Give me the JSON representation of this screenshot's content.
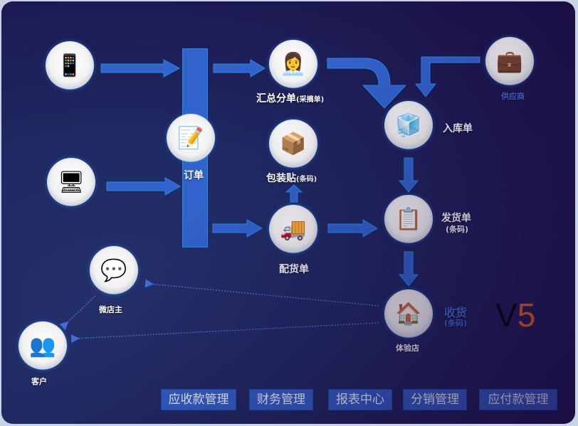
{
  "diagram": {
    "nodes": {
      "mobile": {
        "icon": "mobile-phone-icon"
      },
      "pc": {
        "icon": "computer-icon"
      },
      "order": {
        "label": "订单",
        "icon": "order-staff-icon"
      },
      "summary": {
        "label": "汇总分单",
        "sub": "(采摘单)",
        "icon": "clerk-icon"
      },
      "package": {
        "label": "包装贴",
        "sub": "(条码)",
        "icon": "barcode-box-icon"
      },
      "dispatch": {
        "label": "配货单",
        "icon": "truck-icon"
      },
      "supplier": {
        "label": "供应商",
        "icon": "supplier-icon"
      },
      "stock_in": {
        "label": "入库单",
        "icon": "warehouse-cube-icon"
      },
      "shipment": {
        "label": "发货单",
        "sub": "(条码)",
        "icon": "clipboard-icon"
      },
      "store": {
        "label": "体验店",
        "icon": "house-icon"
      },
      "receive": {
        "label": "收货",
        "sub": "(条码)"
      },
      "wechat_shop": {
        "label": "微店主",
        "icon": "chat-bubbles-icon"
      },
      "customer": {
        "label": "客户",
        "icon": "people-icon"
      }
    },
    "version": {
      "letter": "V",
      "number": "5"
    }
  },
  "buttons": [
    {
      "label": "应收款管理"
    },
    {
      "label": "财务管理"
    },
    {
      "label": "报表中心"
    },
    {
      "label": "分销管理"
    },
    {
      "label": "应付款管理"
    }
  ],
  "colors": {
    "arrow": "#3262cc",
    "arrow_border": "#1e8fe8",
    "accent_orange": "#f26a1b",
    "label_blue": "#3e6fd6"
  }
}
